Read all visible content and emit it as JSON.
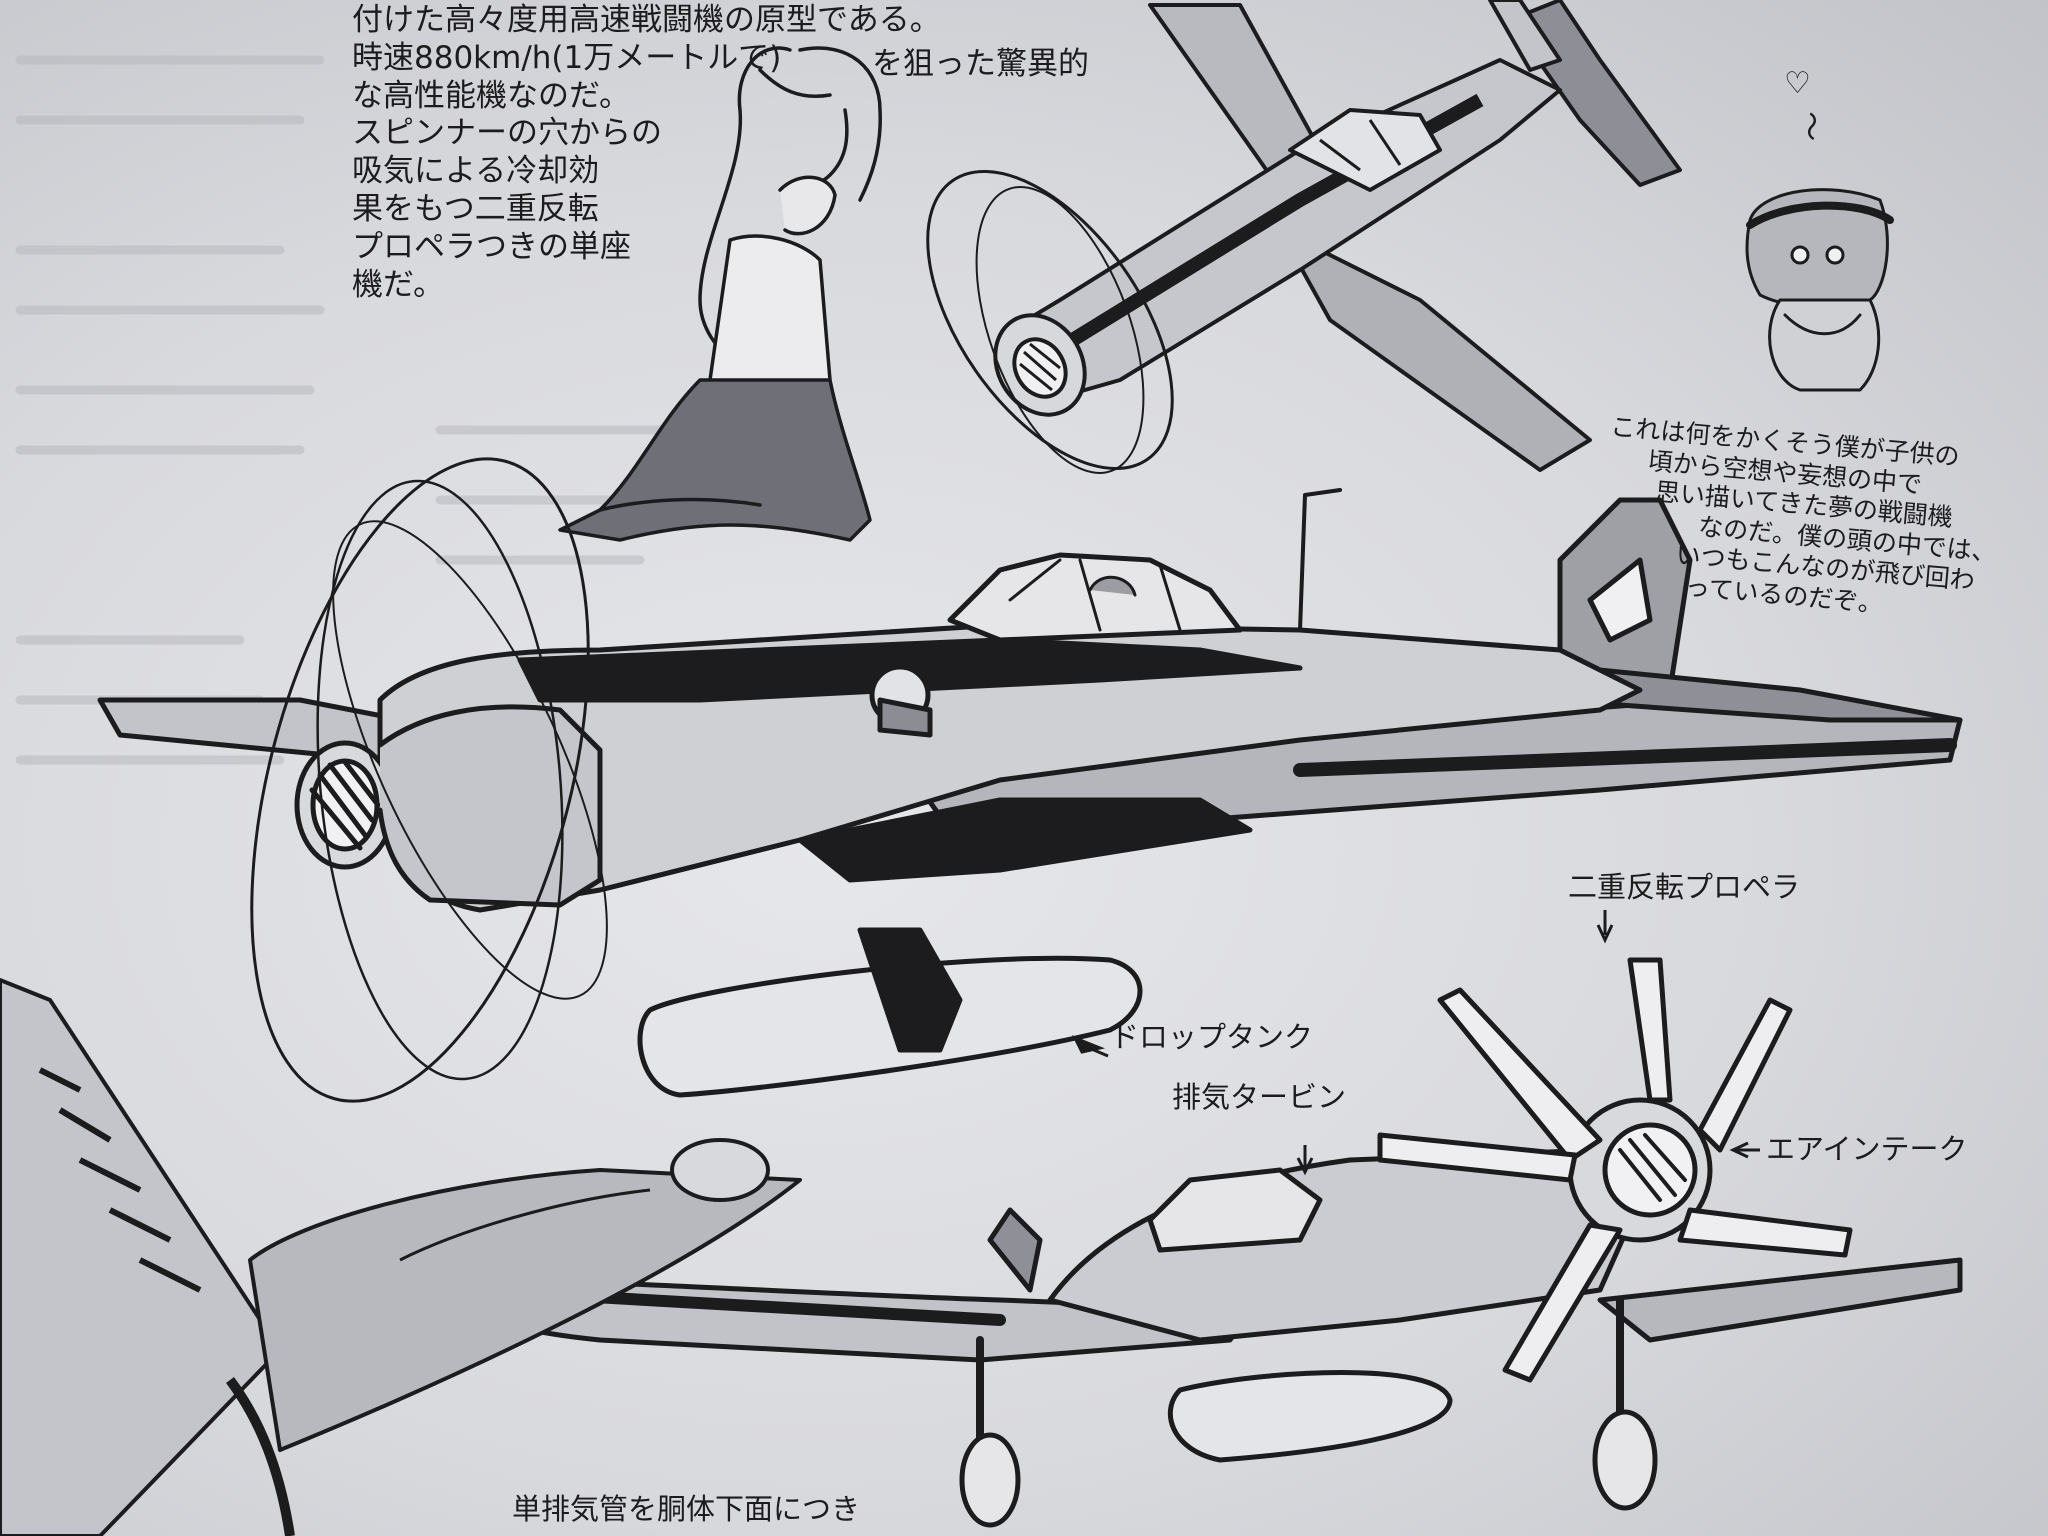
{
  "intro": {
    "lines": [
      "付けた高々度用高速戦闘機の原型である。",
      "時速880km/h(1万メートルで)",
      "な高性能機なのだ。",
      "スピンナーの穴からの",
      "吸気による冷却効",
      "果をもつ二重反転",
      "プロペラつきの単座",
      "機だ。"
    ],
    "side_note": "を狙った驚異的"
  },
  "story": {
    "lines": [
      "これは何をかくそう僕が子供の",
      "頃から空想や妄想の中で",
      "思い描いてきた夢の戦闘機",
      "なのだ。僕の頭の中では、",
      "いつもこんなのが飛び回わ",
      "っているのだぞ。"
    ],
    "heart": "♡",
    "squiggle": "〜"
  },
  "callouts": {
    "drop_tank": "ドロップタンク",
    "contra_prop": "二重反転プロペラ",
    "exhaust_turbine": "排気タービン",
    "air_intake": "エアインテーク",
    "single_exhaust": "単排気管を胴体下面につき"
  },
  "colors": {
    "ink": "#1c1c1e",
    "paper": "#dcdde0",
    "shade": "#9a9ba2"
  },
  "icons": {
    "arrow": "arrow-icon",
    "heart": "heart-icon"
  }
}
